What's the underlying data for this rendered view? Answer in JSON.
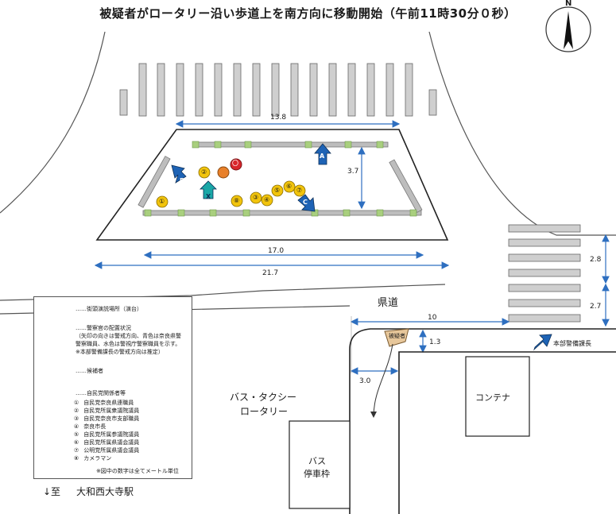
{
  "title": "被疑者がロータリー沿い歩道上を南方向に移動開始（午前11時30分０秒）",
  "compass": {
    "label": "N",
    "icon": "north-arrow-icon"
  },
  "dimensions": {
    "top_width": "13.8",
    "depth": "3.7",
    "inner_width": "17.0",
    "outer_width": "21.7",
    "crosswalk_a": "2.8",
    "crosswalk_b": "2.7",
    "road_to_suspect": "10",
    "sidewalk_gap": "1.3",
    "lane_width": "3.0"
  },
  "places": {
    "prefectural_road": "県道",
    "bus_taxi_line1": "バス・タクシー",
    "bus_taxi_line2": "ロータリー",
    "container": "コンテナ",
    "bus_stop_line1": "バス",
    "bus_stop_line2": "停車枠",
    "station_arrow": "↓至",
    "station_name": "大和西大寺駅"
  },
  "markers": {
    "speech_spot": "〇",
    "officer_a": "A",
    "officer_b": "B",
    "officer_c": "C",
    "officer_x": "X",
    "suspect": "被疑者",
    "chief": "本部警備課長",
    "members": [
      "①",
      "②",
      "③",
      "④",
      "⑤",
      "⑥",
      "⑦",
      "⑧"
    ]
  },
  "legend": {
    "speech_label": "……街頭演説場所（演台）",
    "police_label": "……警察官の配置状況",
    "police_note1": "（矢印の向きは警戒方向、青色は奈良県警",
    "police_note2": "警察職員、水色は警視庁警察職員を示す。",
    "police_note3": "※本部警備課長の警戒方向は推定）",
    "candidate_label": "……候補者",
    "party_label": "……自民党関係者等",
    "members": [
      {
        "num": "①",
        "name": "自民党奈良県連職員"
      },
      {
        "num": "②",
        "name": "自民党所属衆議院議員"
      },
      {
        "num": "③",
        "name": "自民党奈良市支部職員"
      },
      {
        "num": "④",
        "name": "奈良市長"
      },
      {
        "num": "⑤",
        "name": "自民党所属参議院議員"
      },
      {
        "num": "⑥",
        "name": "自民党所属県議会議員"
      },
      {
        "num": "⑦",
        "name": "公明党所属県議会議員"
      },
      {
        "num": "⑧",
        "name": "カメラマン"
      }
    ],
    "note": "※図中の数字は全てメートル単位"
  },
  "colors": {
    "speech": "#d9262b",
    "police_blue": "#1e63b5",
    "police_cyan": "#1aa7a7",
    "candidate": "#e8802a",
    "party": "#f2c40c",
    "suspect": "#e7c79b",
    "dimension": "#2e6fc0",
    "fence": "#b7b7b7",
    "fence_post": "#a9cf7e"
  }
}
